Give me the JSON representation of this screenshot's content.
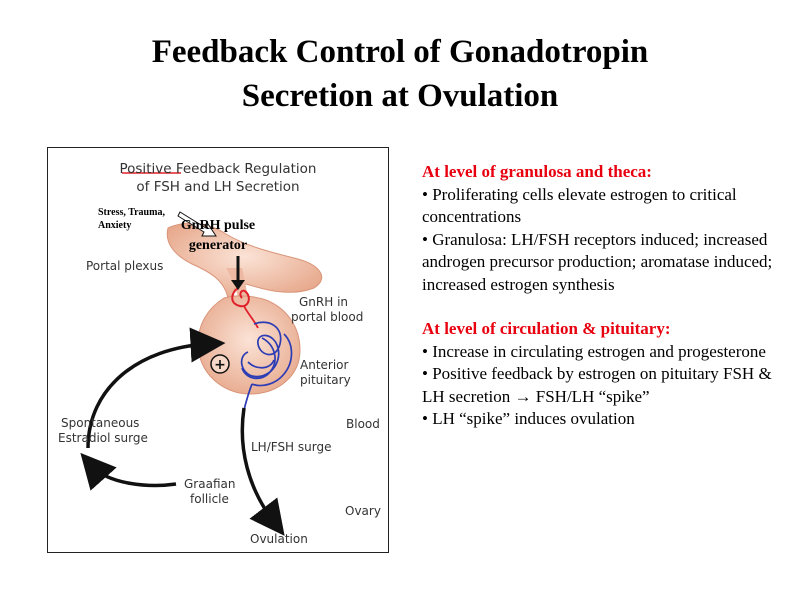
{
  "slide": {
    "title_line1": "Feedback Control of Gonadotropin",
    "title_line2": "Secretion at Ovulation"
  },
  "figure": {
    "heading_word": "Positive",
    "heading_rest": " Feedback Regulation",
    "heading_line2": "of FSH and LH Secretion",
    "stress_line1": "Stress, Trauma,",
    "stress_line2": "Anxiety",
    "gnrh_gen_line1": "GnRH pulse",
    "gnrh_gen_line2": "generator",
    "portal_plexus": "Portal plexus",
    "gnrh_line1": "GnRH in",
    "gnrh_line2": "portal blood",
    "anterior_line1": "Anterior",
    "anterior_line2": "pituitary",
    "plus_sign": "+",
    "spont_line1": "Spontaneous",
    "spont_line2": "Estradiol surge",
    "blood": "Blood",
    "lhfsh_surge": "LH/FSH surge",
    "graafian_line1": "Graafian",
    "graafian_line2": "follicle",
    "ovary": "Ovary",
    "ovulation": "Ovulation"
  },
  "text_panel": {
    "heading1": "At level of granulosa and theca:",
    "bullets1": [
      "• Proliferating cells elevate estrogen to critical concentrations",
      "• Granulosa: LH/FSH  receptors induced; increased androgen  precursor production; aromatase induced; increased estrogen synthesis"
    ],
    "heading2": "At level of circulation & pituitary:",
    "bullets2": [
      "• Increase in circulating estrogen and progesterone",
      "• Positive feedback by estrogen on pituitary FSH & LH secretion → FSH/LH  “spike”",
      "• LH “spike” induces ovulation"
    ]
  },
  "colors": {
    "heading_red": "#e8000f",
    "gland_pink": "#f3c9b6",
    "vessel_blue": "#2c3cb4",
    "vessel_red": "#e0202a"
  }
}
